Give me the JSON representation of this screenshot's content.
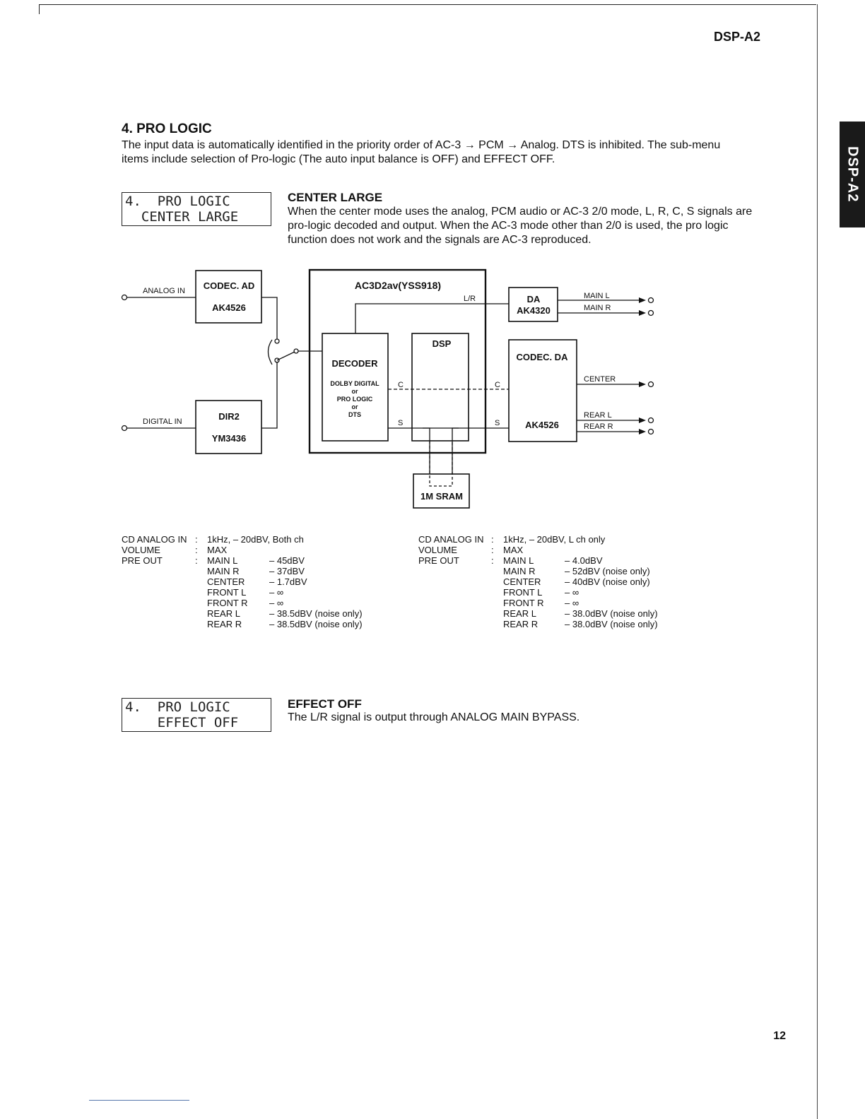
{
  "header": {
    "model": "DSP-A2",
    "side_tab": "DSP-A2"
  },
  "section": {
    "title": "4. PRO LOGIC",
    "intro": "The input data is automatically identified in the priority order of AC-3 → PCM → Analog. DTS is inhibited. The sub-menu items include selection of Pro-logic (The auto input balance is OFF) and EFFECT OFF."
  },
  "center_large": {
    "lcd_line1": "4.  PRO LOGIC",
    "lcd_line2": "  CENTER LARGE",
    "heading": "CENTER LARGE",
    "text": "When the center mode uses the analog, PCM audio or AC-3 2/0 mode, L, R, C, S signals are pro-logic decoded and output. When the AC-3 mode other than 2/0 is used, the pro logic function does not work and the signals are AC-3 reproduced."
  },
  "diagram": {
    "analog_in": "ANALOG IN",
    "digital_in": "DIGITAL IN",
    "codec_ad": "CODEC. AD",
    "codec_ad_chip": "AK4526",
    "dir2": "DIR2",
    "dir2_chip": "YM3436",
    "ac3_title": "AC3D2av(YSS918)",
    "lr": "L/R",
    "decoder": "DECODER",
    "dolby": "DOLBY DIGITAL",
    "or1": "or",
    "pro_logic": "PRO LOGIC",
    "or2": "or",
    "dts": "DTS",
    "dsp": "DSP",
    "c": "C",
    "s": "S",
    "da": "DA",
    "da_chip": "AK4320",
    "codec_da": "CODEC. DA",
    "codec_da_chip": "AK4526",
    "sram": "1M SRAM",
    "main_l": "MAIN L",
    "main_r": "MAIN R",
    "center": "CENTER",
    "rear_l": "REAR L",
    "rear_r": "REAR R"
  },
  "measure_left": {
    "rows": [
      {
        "c1": "CD ANALOG IN",
        "colon": ":",
        "c2": "1kHz, – 20dBV, Both ch",
        "c3": ""
      },
      {
        "c1": "VOLUME",
        "colon": ":",
        "c2": "MAX",
        "c3": ""
      },
      {
        "c1": "PRE OUT",
        "colon": ":",
        "c2": "MAIN L",
        "c3": "– 45dBV"
      },
      {
        "c1": "",
        "colon": "",
        "c2": "MAIN R",
        "c3": "– 37dBV"
      },
      {
        "c1": "",
        "colon": "",
        "c2": "CENTER",
        "c3": "– 1.7dBV"
      },
      {
        "c1": "",
        "colon": "",
        "c2": "FRONT L",
        "c3": "– ∞"
      },
      {
        "c1": "",
        "colon": "",
        "c2": "FRONT R",
        "c3": "– ∞"
      },
      {
        "c1": "",
        "colon": "",
        "c2": "REAR L",
        "c3": "– 38.5dBV (noise only)"
      },
      {
        "c1": "",
        "colon": "",
        "c2": "REAR R",
        "c3": "– 38.5dBV (noise only)"
      }
    ]
  },
  "measure_right": {
    "rows": [
      {
        "c1": "CD ANALOG IN",
        "colon": ":",
        "c2": "1kHz, – 20dBV, L ch only",
        "c3": ""
      },
      {
        "c1": "VOLUME",
        "colon": ":",
        "c2": "MAX",
        "c3": ""
      },
      {
        "c1": "PRE OUT",
        "colon": ":",
        "c2": "MAIN L",
        "c3": "– 4.0dBV"
      },
      {
        "c1": "",
        "colon": "",
        "c2": "MAIN R",
        "c3": "– 52dBV (noise only)"
      },
      {
        "c1": "",
        "colon": "",
        "c2": "CENTER",
        "c3": "– 40dBV (noise only)"
      },
      {
        "c1": "",
        "colon": "",
        "c2": "FRONT L",
        "c3": "– ∞"
      },
      {
        "c1": "",
        "colon": "",
        "c2": "FRONT R",
        "c3": "– ∞"
      },
      {
        "c1": "",
        "colon": "",
        "c2": "REAR L",
        "c3": "– 38.0dBV (noise only)"
      },
      {
        "c1": "",
        "colon": "",
        "c2": "REAR R",
        "c3": "– 38.0dBV (noise only)"
      }
    ]
  },
  "effect_off": {
    "lcd_line1": "4.  PRO LOGIC",
    "lcd_line2": "    EFFECT OFF",
    "heading": "EFFECT OFF",
    "text": "The L/R signal is output through ANALOG MAIN BYPASS."
  },
  "footer": {
    "page_number": "12"
  }
}
